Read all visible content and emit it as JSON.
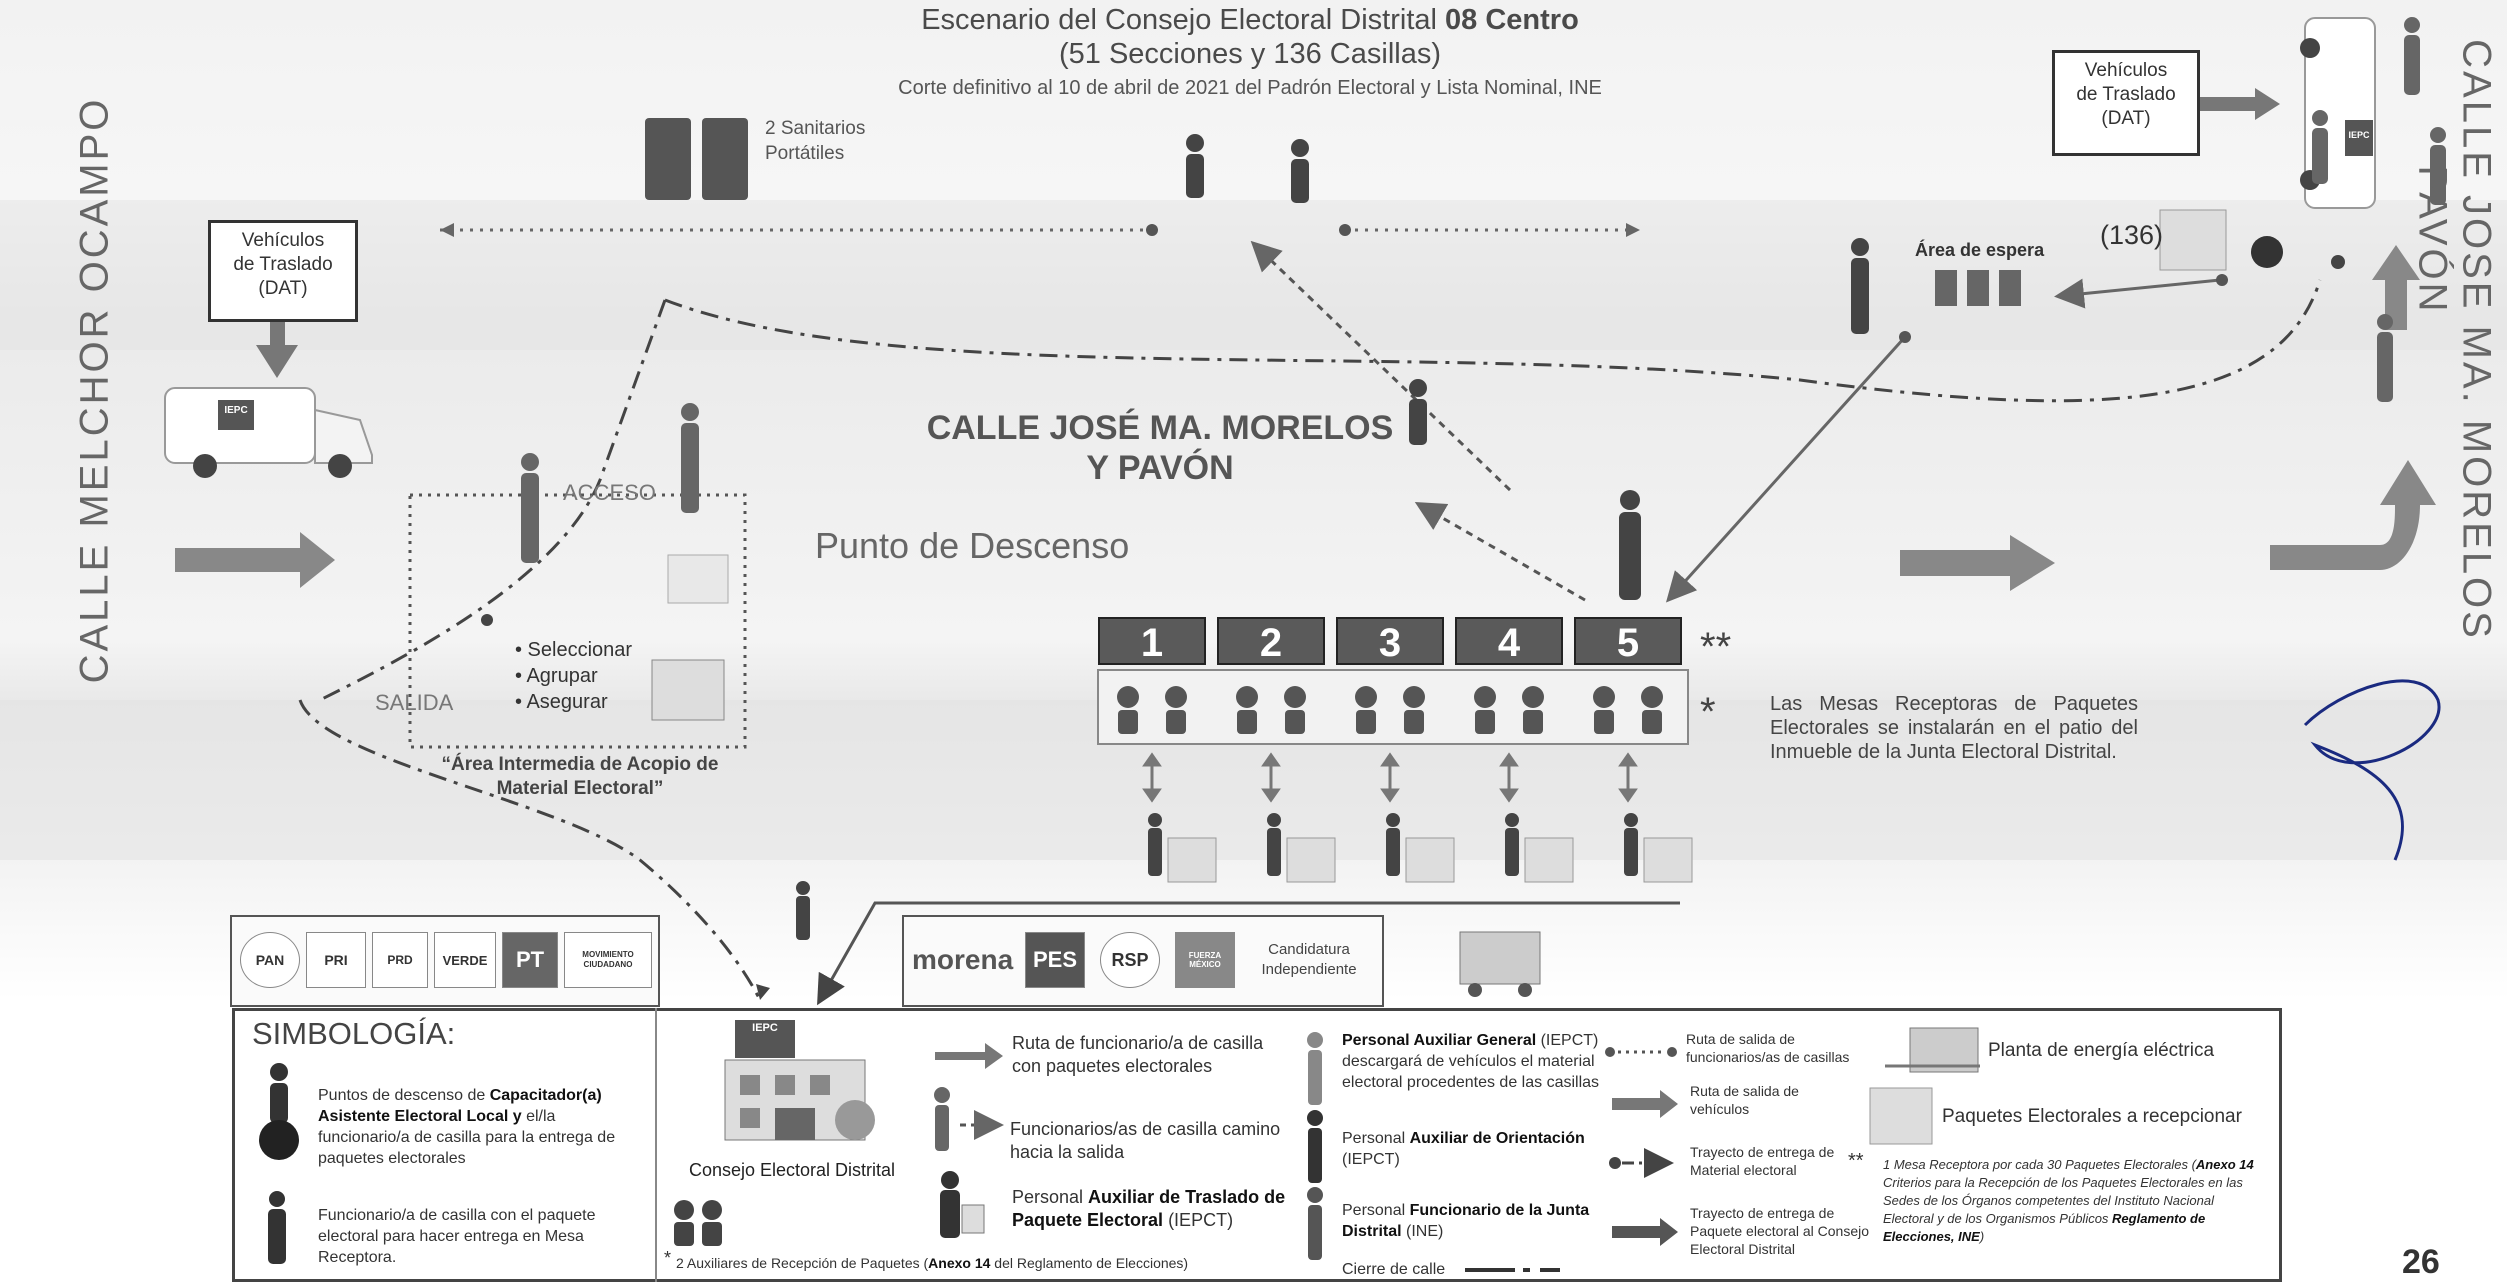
{
  "header": {
    "title_line1": "Escenario del Consejo Electoral Distrital",
    "title_bold": "08 Centro",
    "title_line2": "(51 Secciones y 136 Casillas)",
    "subtitle": "Corte definitivo al 10 de abril de 2021 del Padrón Electoral y Lista Nominal, INE"
  },
  "streets": {
    "left": "CALLE MELCHOR OCAMPO",
    "right_line1": "CALLE JOSE MA. MORELOS",
    "right_line2": "PAVÓN",
    "center_line1": "CALLE JOSÉ MA. MORELOS",
    "center_line2": "Y PAVÓN"
  },
  "labels": {
    "sanitarios_line1": "2 Sanitarios",
    "sanitarios_line2": "Portátiles",
    "vehiculos_line1": "Vehículos",
    "vehiculos_line2": "de Traslado",
    "vehiculos_line3": "(DAT)",
    "acceso": "ACCESO",
    "salida": "SALIDA",
    "area_items": [
      "• Seleccionar",
      "• Agrupar",
      "• Asegurar"
    ],
    "area_title_line1": "“Área Intermedia de Acopio de",
    "area_title_line2": "Material Electoral”",
    "punto_descenso": "Punto de Descenso",
    "area_espera": "Área de espera",
    "count_136": "(136)",
    "double_star": "**",
    "single_star": "*",
    "mesas_note": "Las Mesas Receptoras de Paquetes Electorales se instalarán en el patio del Inmueble de la Junta Electoral Distrital.",
    "page_number": "26",
    "iepc": "IEPC"
  },
  "mesas": [
    "1",
    "2",
    "3",
    "4",
    "5"
  ],
  "parties_left": [
    "PAN",
    "PRI",
    "PRD",
    "VERDE",
    "PT",
    "MOVIMIENTO CIUDADANO"
  ],
  "parties_right": {
    "morena": "morena",
    "pes": "PES",
    "rsp": "RSP",
    "fuerza": "FUERZA MÉXICO",
    "cand_line1": "Candidatura",
    "cand_line2": "Independiente"
  },
  "legend": {
    "title": "SIMBOLOGÍA:",
    "item1_pre": "Puntos de descenso de ",
    "item1_bold": "Capacitador(a) Asistente Electoral Local y",
    "item1_post": " el/la funcionario/a de casilla para la entrega de paquetes electorales",
    "item2": "Funcionario/a de casilla con el paquete electoral para hacer entrega en Mesa Receptora.",
    "consejo": "Consejo Electoral Distrital",
    "auxiliares_pre": "2 Auxiliares de Recepción de Paquetes (",
    "auxiliares_bold": "Anexo 14",
    "auxiliares_post": " del Reglamento de Elecciones)",
    "ruta_funcionario": "Ruta de funcionario/a de casilla con paquetes electorales",
    "funcionarios_camino": "Funcionarios/as de casilla camino hacia la salida",
    "aux_traslado_pre": "Personal ",
    "aux_traslado_bold": "Auxiliar de Traslado de Paquete Electoral",
    "aux_traslado_post": " (IEPCT)",
    "aux_general_bold": "Personal Auxiliar General",
    "aux_general_post": " (IEPCT) descargará de vehículos el material electoral procedentes de las casillas",
    "aux_orientacion_pre": "Personal ",
    "aux_orientacion_bold": "Auxiliar de Orientación",
    "aux_orientacion_post": " (IEPCT)",
    "funcionario_junta_pre": "Personal ",
    "funcionario_junta_bold": "Funcionario de la Junta Distrital",
    "funcionario_junta_post": " (INE)",
    "cierre_calle": "Cierre de calle",
    "ruta_salida": "Ruta de salida de funcionarios/as de casillas",
    "ruta_vehiculos": "Ruta de salida de vehículos",
    "trayecto_material": "Trayecto de entrega de Material electoral",
    "trayecto_paquete": "Trayecto de entrega de Paquete electoral al Consejo Electoral Distrital",
    "planta": "Planta de energía eléctrica",
    "paquetes": "Paquetes Electorales a recepcionar",
    "note_pre": "1 Mesa Receptora por cada 30 Paquetes Electorales (",
    "note_bold1": "Anexo 14",
    "note_mid": " Criterios para la Recepción de los Paquetes Electorales en las Sedes de los Órganos competentes del Instituto Nacional Electoral y de los Organismos Públicos  ",
    "note_bold2": "Reglamento de Elecciones, INE",
    "note_post": ")"
  }
}
